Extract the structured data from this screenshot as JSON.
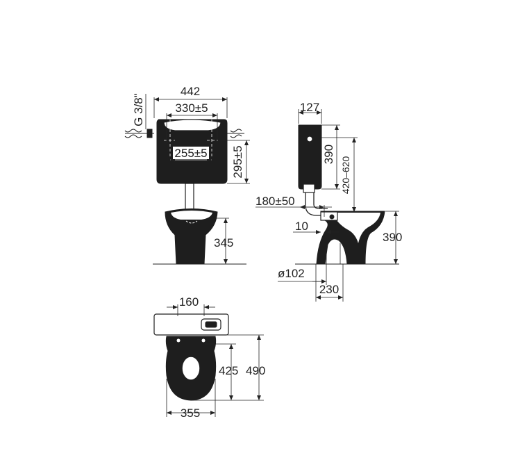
{
  "colors": {
    "ink": "#1e1e1e",
    "background": "#ffffff"
  },
  "dimensions": {
    "tank_width": "442",
    "seat_hole_spacing": "330±5",
    "fixing_hole_spacing": "255±5",
    "tank_fixing_height": "295±5",
    "inlet_thread": "G 3/8\"",
    "bowl_height_front": "345",
    "tank_depth": "127",
    "tank_height": "390",
    "tank_mount_height": "420–620",
    "outlet_offset": "180±50",
    "outlet_gap": "10",
    "bowl_height_side": "390",
    "outlet_diameter": "ø102",
    "outlet_distance": "230",
    "seat_width_top": "160",
    "bowl_depth_inner": "425",
    "bowl_depth_total": "490",
    "bowl_width": "355"
  }
}
